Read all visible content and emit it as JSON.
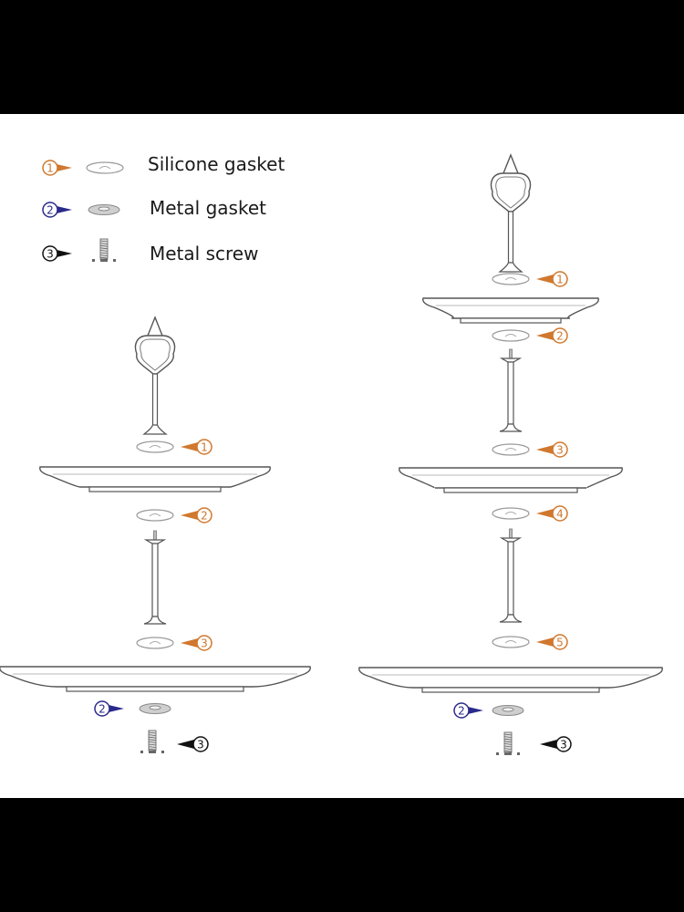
{
  "legend": [
    {
      "num": "1",
      "label": "Silicone gasket",
      "color": "#d0782e"
    },
    {
      "num": "2",
      "label": "Metal gasket",
      "color": "#2a2a8c"
    },
    {
      "num": "3",
      "label": "Metal screw",
      "color": "#111111"
    }
  ],
  "left_stand": {
    "tiers": 2,
    "callouts": [
      {
        "num": "1",
        "part": "Silicone gasket",
        "color": "#d0782e"
      },
      {
        "num": "2",
        "part": "Silicone gasket",
        "color": "#d0782e"
      },
      {
        "num": "3",
        "part": "Silicone gasket",
        "color": "#d0782e"
      },
      {
        "num": "2",
        "part": "Metal gasket",
        "color": "#2a2a8c"
      },
      {
        "num": "3",
        "part": "Metal screw",
        "color": "#111111"
      }
    ]
  },
  "right_stand": {
    "tiers": 3,
    "callouts": [
      {
        "num": "1",
        "part": "Silicone gasket",
        "color": "#d0782e"
      },
      {
        "num": "2",
        "part": "Silicone gasket",
        "color": "#d0782e"
      },
      {
        "num": "3",
        "part": "Silicone gasket",
        "color": "#d0782e"
      },
      {
        "num": "4",
        "part": "Silicone gasket",
        "color": "#d0782e"
      },
      {
        "num": "5",
        "part": "Silicone gasket",
        "color": "#d0782e"
      },
      {
        "num": "2",
        "part": "Metal gasket",
        "color": "#2a2a8c"
      },
      {
        "num": "3",
        "part": "Metal screw",
        "color": "#111111"
      }
    ]
  }
}
